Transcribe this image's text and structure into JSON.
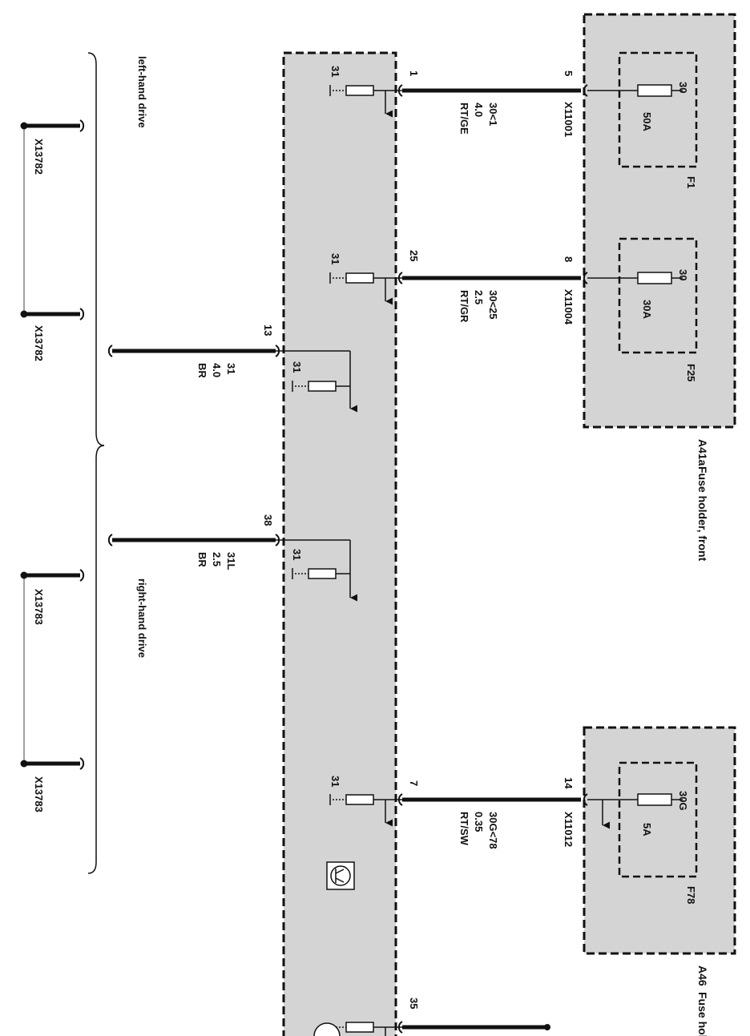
{
  "fuse_holder_front": {
    "id": "A41a",
    "name": "Fuse holder, front",
    "fuses": [
      {
        "id": "F1",
        "rating": "50A",
        "terminal": "30",
        "pin": "5",
        "connector": "X11001"
      },
      {
        "id": "F25",
        "rating": "30A",
        "terminal": "30",
        "pin": "8",
        "connector": "X11004"
      }
    ]
  },
  "fuse_holder_2": {
    "id": "A46",
    "name": "Fuse holde",
    "fuses": [
      {
        "id": "F78",
        "rating": "5A",
        "terminal": "30G",
        "pin": "14",
        "connector": "X11012"
      }
    ]
  },
  "module_pins": [
    {
      "pin": "1",
      "ground": "31",
      "circuit": "30<1",
      "size": "4.0",
      "color": "RT/GE"
    },
    {
      "pin": "25",
      "ground": "31",
      "circuit": "30<25",
      "size": "2.5",
      "color": "RT/GR"
    },
    {
      "pin": "13",
      "ground": "31",
      "circuit": "31",
      "size": "4.0",
      "color": "BR"
    },
    {
      "pin": "38",
      "ground": "31",
      "circuit": "31L",
      "size": "2.5",
      "color": "BR"
    },
    {
      "pin": "7",
      "ground": "31",
      "circuit": "30G<78",
      "size": "0.35",
      "color": "RT/SW"
    },
    {
      "pin": "35"
    }
  ],
  "variants": {
    "left": {
      "label": "left-hand drive",
      "connectors": [
        "X13782",
        "X13782"
      ]
    },
    "right": {
      "label": "right-hand drive",
      "connectors": [
        "X13783",
        "X13783"
      ]
    }
  },
  "colors": {
    "box_fill": "#d4d4d4",
    "line": "#111111",
    "background": "#ffffff"
  }
}
